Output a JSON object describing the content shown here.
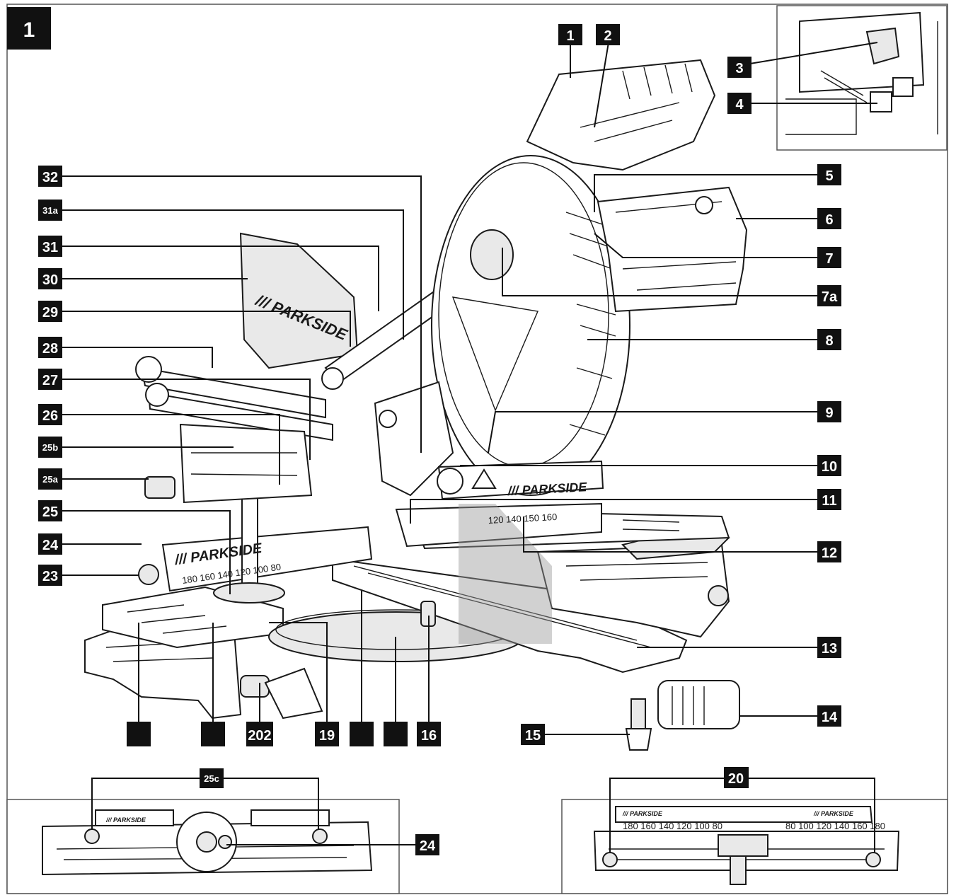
{
  "figure": {
    "number": "1"
  },
  "brand": {
    "main": "/// PARKSIDE",
    "fence_left": "/// PARKSIDE",
    "blade_guard": "/// PARKSIDE",
    "inset_left": "/// PARKSIDE",
    "inset_right": "/// PARKSIDE"
  },
  "scales": {
    "right_fence": "120  140  150  160",
    "left_fence": "180  160  140  120  100  80",
    "inset_left": "180 160 140 120 100 80",
    "inset_right": "80 100 120 140 160 180"
  },
  "callouts": [
    {
      "id": "c1",
      "label": "1"
    },
    {
      "id": "c2",
      "label": "2"
    },
    {
      "id": "c3",
      "label": "3"
    },
    {
      "id": "c4",
      "label": "4"
    },
    {
      "id": "c5",
      "label": "5"
    },
    {
      "id": "c6",
      "label": "6"
    },
    {
      "id": "c7",
      "label": "7"
    },
    {
      "id": "c7a",
      "label": "7a"
    },
    {
      "id": "c8",
      "label": "8"
    },
    {
      "id": "c9",
      "label": "9"
    },
    {
      "id": "c10",
      "label": "10"
    },
    {
      "id": "c11",
      "label": "11"
    },
    {
      "id": "c12",
      "label": "12"
    },
    {
      "id": "c13",
      "label": "13"
    },
    {
      "id": "c14",
      "label": "14"
    },
    {
      "id": "c15",
      "label": "15"
    },
    {
      "id": "c16",
      "label": "16"
    },
    {
      "id": "c17",
      "label": ""
    },
    {
      "id": "c18",
      "label": ""
    },
    {
      "id": "c19",
      "label": "19"
    },
    {
      "id": "c20b",
      "label": "202"
    },
    {
      "id": "c21",
      "label": ""
    },
    {
      "id": "c22",
      "label": ""
    },
    {
      "id": "c23",
      "label": "23"
    },
    {
      "id": "c24",
      "label": "24"
    },
    {
      "id": "c25",
      "label": "25"
    },
    {
      "id": "c25a",
      "label": "25a"
    },
    {
      "id": "c25b",
      "label": "25b"
    },
    {
      "id": "c26",
      "label": "26"
    },
    {
      "id": "c27",
      "label": "27"
    },
    {
      "id": "c28",
      "label": "28"
    },
    {
      "id": "c29",
      "label": "29"
    },
    {
      "id": "c30",
      "label": "30"
    },
    {
      "id": "c31",
      "label": "31"
    },
    {
      "id": "c31a",
      "label": "31a"
    },
    {
      "id": "c32",
      "label": "32"
    },
    {
      "id": "c25c",
      "label": "25c"
    },
    {
      "id": "c24b",
      "label": "24"
    },
    {
      "id": "c20",
      "label": "20"
    }
  ]
}
